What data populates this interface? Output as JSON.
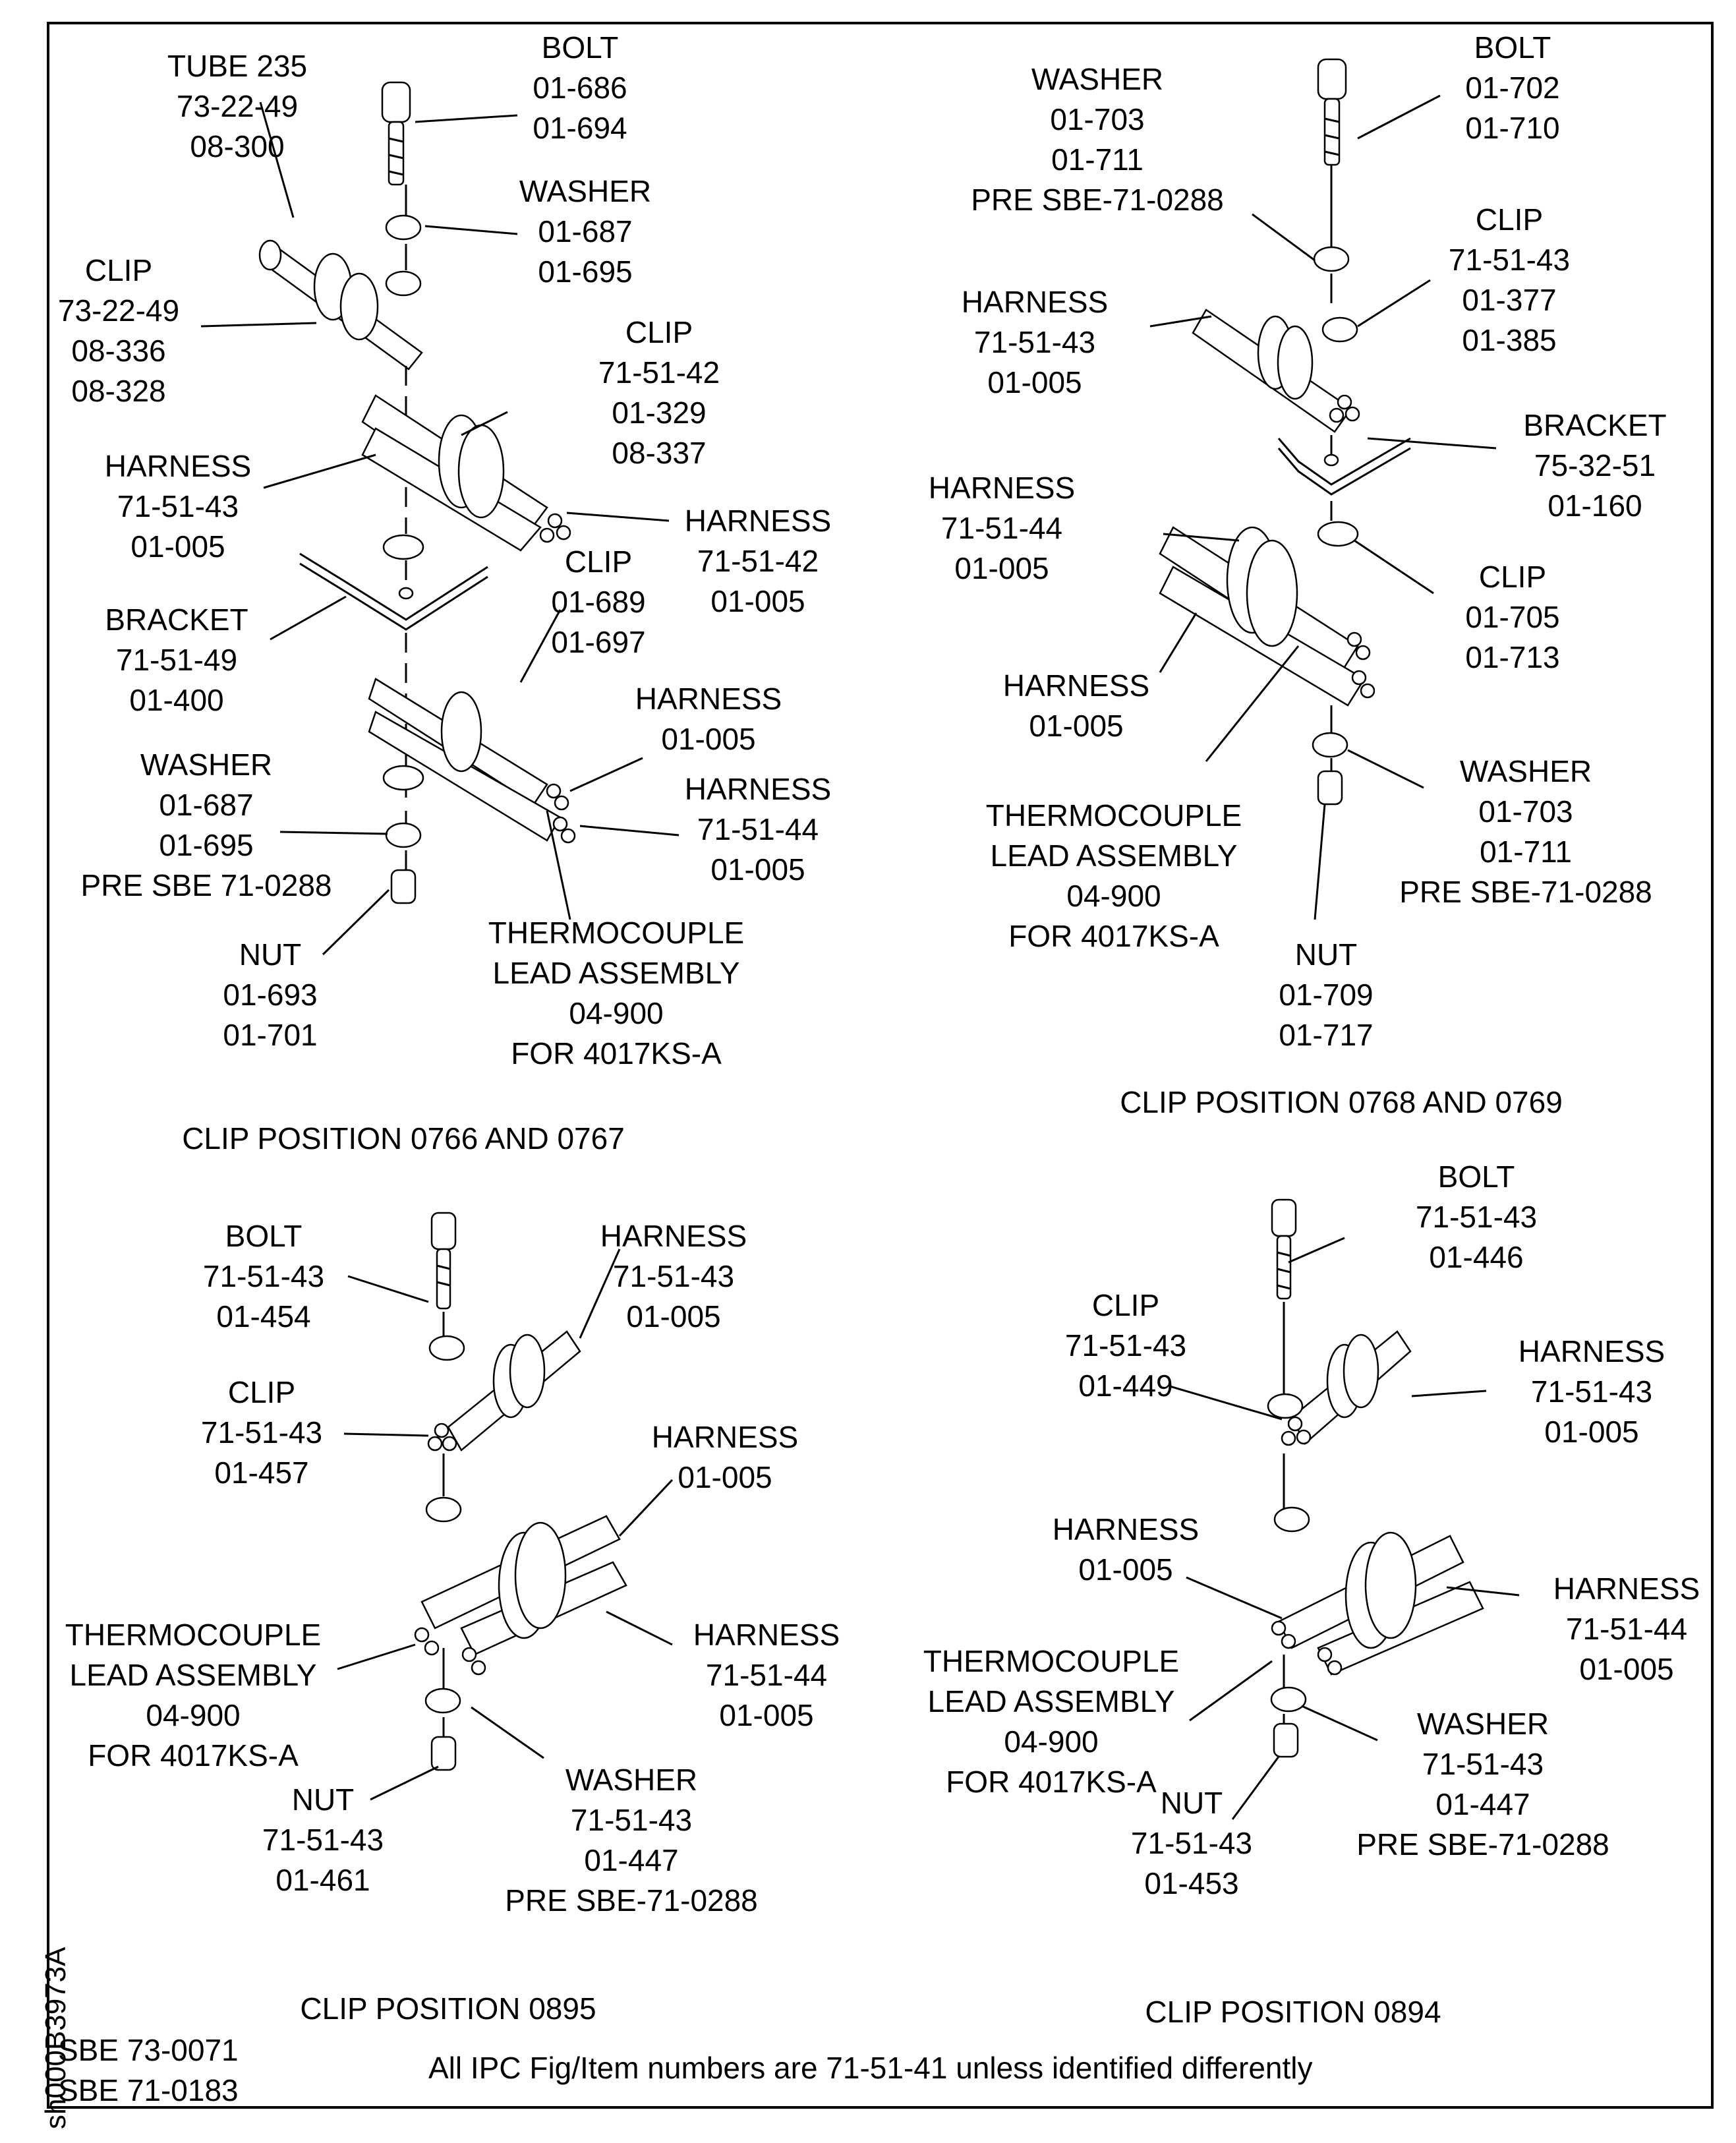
{
  "drawing_id": "sh000B3973A",
  "footer_note": "All IPC Fig/Item numbers are 71-51-41 unless identified differently",
  "sbe_refs": [
    "SBE 73-0071",
    "SBE 71-0183"
  ],
  "views": [
    {
      "caption": "CLIP POSITION 0766 AND 0767",
      "labels": [
        {
          "id": "tube",
          "lines": [
            "TUBE 235",
            "73-22-49",
            "08-300"
          ]
        },
        {
          "id": "bolt",
          "lines": [
            "BOLT",
            "01-686",
            "01-694"
          ]
        },
        {
          "id": "washer-top",
          "lines": [
            "WASHER",
            "01-687",
            "01-695"
          ]
        },
        {
          "id": "clip-tube",
          "lines": [
            "CLIP",
            "73-22-49",
            "08-336",
            "08-328"
          ]
        },
        {
          "id": "clip-upper",
          "lines": [
            "CLIP",
            "71-51-42",
            "01-329",
            "08-337"
          ]
        },
        {
          "id": "harness-left",
          "lines": [
            "HARNESS",
            "71-51-43",
            "01-005"
          ]
        },
        {
          "id": "harness-right-upper",
          "lines": [
            "HARNESS",
            "71-51-42",
            "01-005"
          ]
        },
        {
          "id": "clip-lower",
          "lines": [
            "CLIP",
            "01-689",
            "01-697"
          ]
        },
        {
          "id": "bracket",
          "lines": [
            "BRACKET",
            "71-51-49",
            "01-400"
          ]
        },
        {
          "id": "harness-mid",
          "lines": [
            "HARNESS",
            "01-005"
          ]
        },
        {
          "id": "washer-bottom",
          "lines": [
            "WASHER",
            "01-687",
            "01-695",
            "PRE SBE 71-0288"
          ]
        },
        {
          "id": "harness-lower",
          "lines": [
            "HARNESS",
            "71-51-44",
            "01-005"
          ]
        },
        {
          "id": "nut",
          "lines": [
            "NUT",
            "01-693",
            "01-701"
          ]
        },
        {
          "id": "thermocouple",
          "lines": [
            "THERMOCOUPLE",
            "LEAD ASSEMBLY",
            "04-900",
            "FOR 4017KS-A"
          ]
        }
      ]
    },
    {
      "caption": "CLIP POSITION 0768 AND 0769",
      "labels": [
        {
          "id": "washer-top",
          "lines": [
            "WASHER",
            "01-703",
            "01-711",
            "PRE SBE-71-0288"
          ]
        },
        {
          "id": "bolt",
          "lines": [
            "BOLT",
            "01-702",
            "01-710"
          ]
        },
        {
          "id": "clip-upper",
          "lines": [
            "CLIP",
            "71-51-43",
            "01-377",
            "01-385"
          ]
        },
        {
          "id": "harness-upper",
          "lines": [
            "HARNESS",
            "71-51-43",
            "01-005"
          ]
        },
        {
          "id": "bracket",
          "lines": [
            "BRACKET",
            "75-32-51",
            "01-160"
          ]
        },
        {
          "id": "harness-left",
          "lines": [
            "HARNESS",
            "71-51-44",
            "01-005"
          ]
        },
        {
          "id": "clip-lower",
          "lines": [
            "CLIP",
            "01-705",
            "01-713"
          ]
        },
        {
          "id": "harness-mid",
          "lines": [
            "HARNESS",
            "01-005"
          ]
        },
        {
          "id": "washer-bottom",
          "lines": [
            "WASHER",
            "01-703",
            "01-711",
            "PRE SBE-71-0288"
          ]
        },
        {
          "id": "thermocouple",
          "lines": [
            "THERMOCOUPLE",
            "LEAD ASSEMBLY",
            "04-900",
            "FOR 4017KS-A"
          ]
        },
        {
          "id": "nut",
          "lines": [
            "NUT",
            "01-709",
            "01-717"
          ]
        }
      ]
    },
    {
      "caption": "CLIP POSITION 0895",
      "labels": [
        {
          "id": "bolt",
          "lines": [
            "BOLT",
            "71-51-43",
            "01-454"
          ]
        },
        {
          "id": "harness-upper",
          "lines": [
            "HARNESS",
            "71-51-43",
            "01-005"
          ]
        },
        {
          "id": "clip",
          "lines": [
            "CLIP",
            "71-51-43",
            "01-457"
          ]
        },
        {
          "id": "harness-mid",
          "lines": [
            "HARNESS",
            "01-005"
          ]
        },
        {
          "id": "thermocouple",
          "lines": [
            "THERMOCOUPLE",
            "LEAD ASSEMBLY",
            "04-900",
            "FOR 4017KS-A"
          ]
        },
        {
          "id": "harness-lower",
          "lines": [
            "HARNESS",
            "71-51-44",
            "01-005"
          ]
        },
        {
          "id": "washer",
          "lines": [
            "WASHER",
            "71-51-43",
            "01-447",
            "PRE SBE-71-0288"
          ]
        },
        {
          "id": "nut",
          "lines": [
            "NUT",
            "71-51-43",
            "01-461"
          ]
        }
      ]
    },
    {
      "caption": "CLIP POSITION 0894",
      "labels": [
        {
          "id": "bolt",
          "lines": [
            "BOLT",
            "71-51-43",
            "01-446"
          ]
        },
        {
          "id": "clip",
          "lines": [
            "CLIP",
            "71-51-43",
            "01-449"
          ]
        },
        {
          "id": "harness-upper",
          "lines": [
            "HARNESS",
            "71-51-43",
            "01-005"
          ]
        },
        {
          "id": "harness-mid",
          "lines": [
            "HARNESS",
            "01-005"
          ]
        },
        {
          "id": "harness-lower",
          "lines": [
            "HARNESS",
            "71-51-44",
            "01-005"
          ]
        },
        {
          "id": "thermocouple",
          "lines": [
            "THERMOCOUPLE",
            "LEAD ASSEMBLY",
            "04-900",
            "FOR 4017KS-A"
          ]
        },
        {
          "id": "washer",
          "lines": [
            "WASHER",
            "71-51-43",
            "01-447",
            "PRE SBE-71-0288"
          ]
        },
        {
          "id": "nut",
          "lines": [
            "NUT",
            "71-51-43",
            "01-453"
          ]
        }
      ]
    }
  ]
}
